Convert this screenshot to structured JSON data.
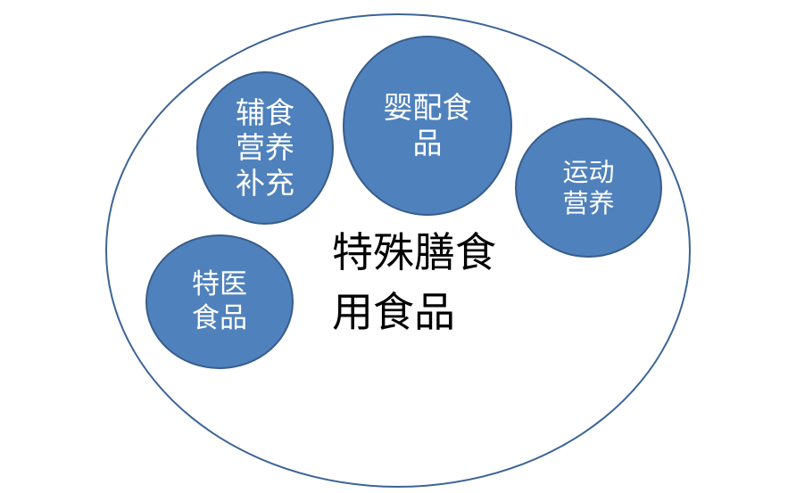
{
  "diagram": {
    "center_title": "特殊膳食\n用食品",
    "categories": [
      {
        "label": "辅食\n营养\n补充"
      },
      {
        "label": "婴配食\n品"
      },
      {
        "label": "运动\n营养"
      },
      {
        "label": "特医\n食品"
      }
    ]
  },
  "colors": {
    "outer_border": "#3d6496",
    "bubble_fill": "#4f81bd",
    "bubble_border": "#385d8a",
    "bubble_text": "#ffffff",
    "title_text": "#000000"
  }
}
